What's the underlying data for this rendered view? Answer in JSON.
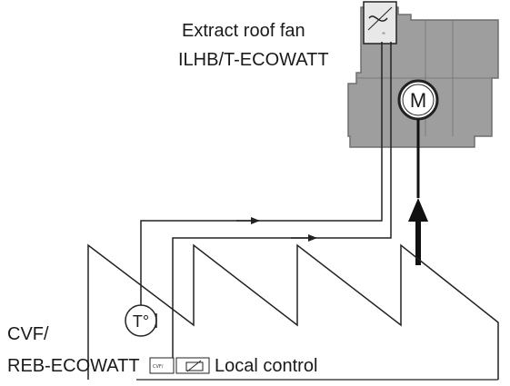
{
  "labels": {
    "fan_title_line1": "Extract roof fan",
    "fan_title_line2": "ILHB/T-ECOWATT",
    "controller_line1": "CVF/",
    "controller_line2": "REB-ECOWATT",
    "local_control": "Local control",
    "local_control_box_text": "CVF/",
    "motor_letter": "M",
    "sensor_letter": "T°"
  },
  "icons": {
    "fan_unit": "roof-fan-unit-icon",
    "motor": "motor-icon",
    "speed_controller": "speed-controller-icon",
    "temperature_sensor": "temperature-sensor-icon",
    "local_control_switch": "local-control-switch-icon"
  },
  "colors": {
    "fan_body": "#9e9e9e",
    "fan_outline": "#6f6f6f",
    "line": "#222222",
    "background": "#ffffff"
  }
}
